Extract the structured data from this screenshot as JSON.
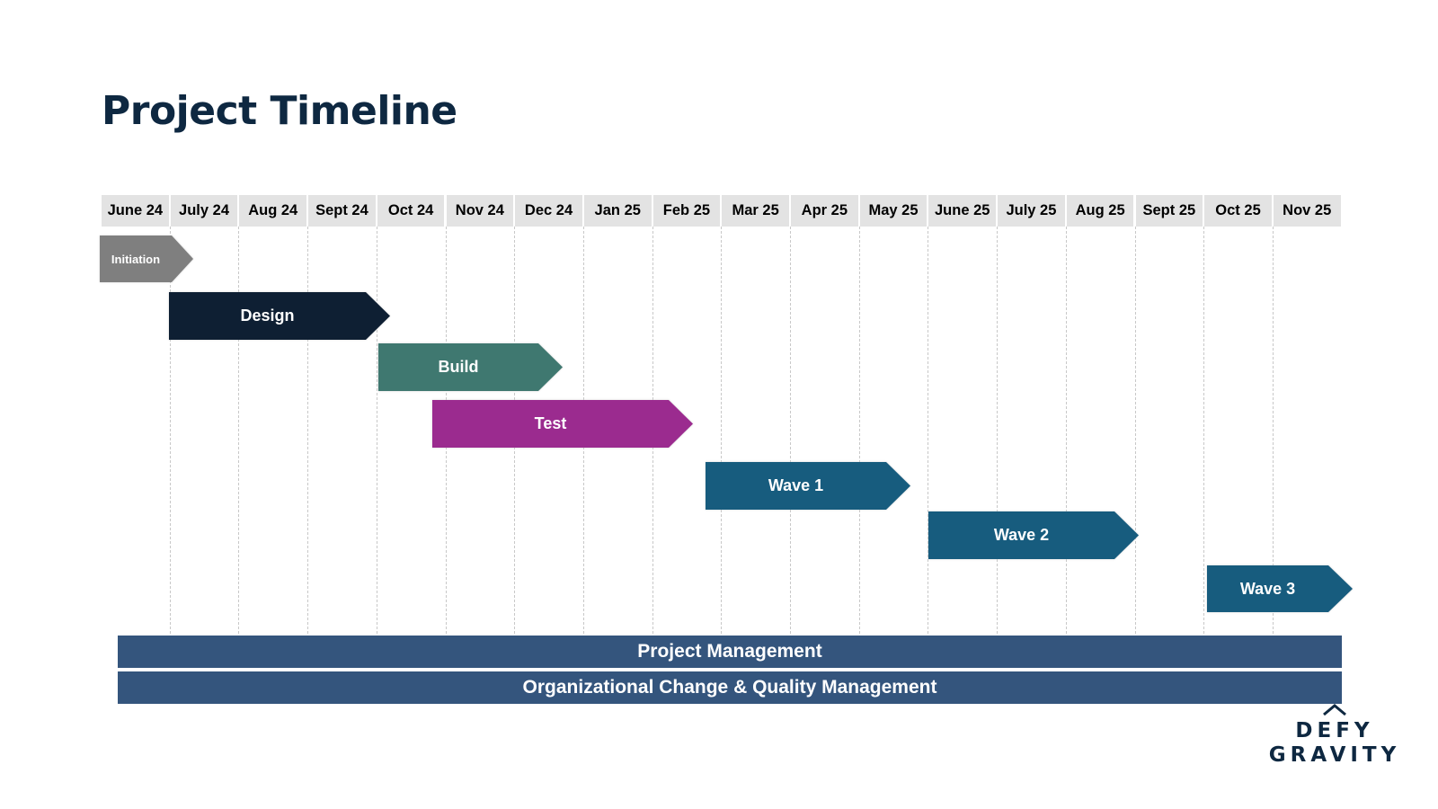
{
  "slide": {
    "title": "Project Timeline"
  },
  "months": [
    "June 24",
    "July 24",
    "Aug 24",
    "Sept 24",
    "Oct 24",
    "Nov 24",
    "Dec 24",
    "Jan 25",
    "Feb 25",
    "Mar 25",
    "Apr 25",
    "May 25",
    "June 25",
    "July 25",
    "Aug 25",
    "Sept 25",
    "Oct 25",
    "Nov 25"
  ],
  "phases": [
    {
      "label": "Initiation",
      "color": "#7f7f7f"
    },
    {
      "label": "Design",
      "color": "#0e1f33"
    },
    {
      "label": "Build",
      "color": "#3f7870"
    },
    {
      "label": "Test",
      "color": "#9b2b8f"
    },
    {
      "label": "Wave 1",
      "color": "#175c7e"
    },
    {
      "label": "Wave 2",
      "color": "#175c7e"
    },
    {
      "label": "Wave 3",
      "color": "#175c7e"
    }
  ],
  "bands": [
    {
      "label": "Project Management",
      "color": "#34557d"
    },
    {
      "label": "Organizational Change & Quality Management",
      "color": "#34557d"
    }
  ],
  "logo": {
    "line1": "DEFY",
    "line2": "GRAVITY",
    "color": "#0e2841"
  }
}
